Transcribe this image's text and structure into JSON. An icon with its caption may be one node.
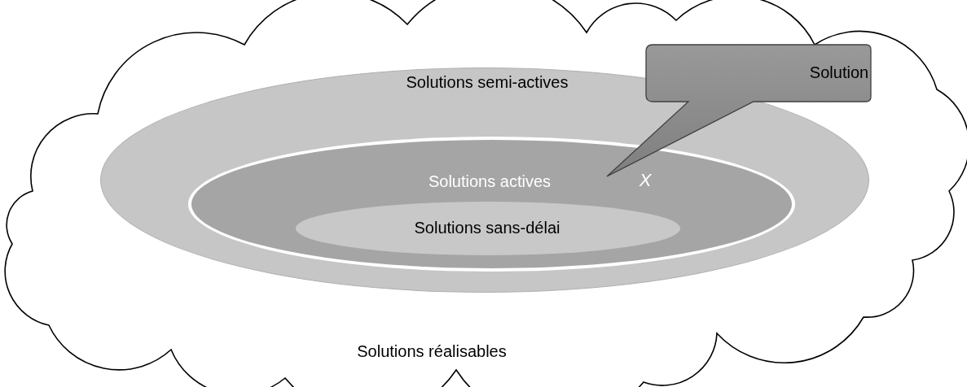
{
  "diagram": {
    "nodes": [
      {
        "text": [
          "Solutions réalisables"
        ]
      },
      {
        "text": [
          "Solutions semi-actives"
        ],
        "in": 0
      },
      {
        "text": [
          "Solutions actives"
        ],
        "in": 1
      },
      {
        "text": [
          "Solutions sans-délai"
        ],
        "in": 2
      },
      {
        "text": [
          "Solution"
        ],
        "in": 0
      }
    ],
    "labels": [
      "X"
    ]
  }
}
